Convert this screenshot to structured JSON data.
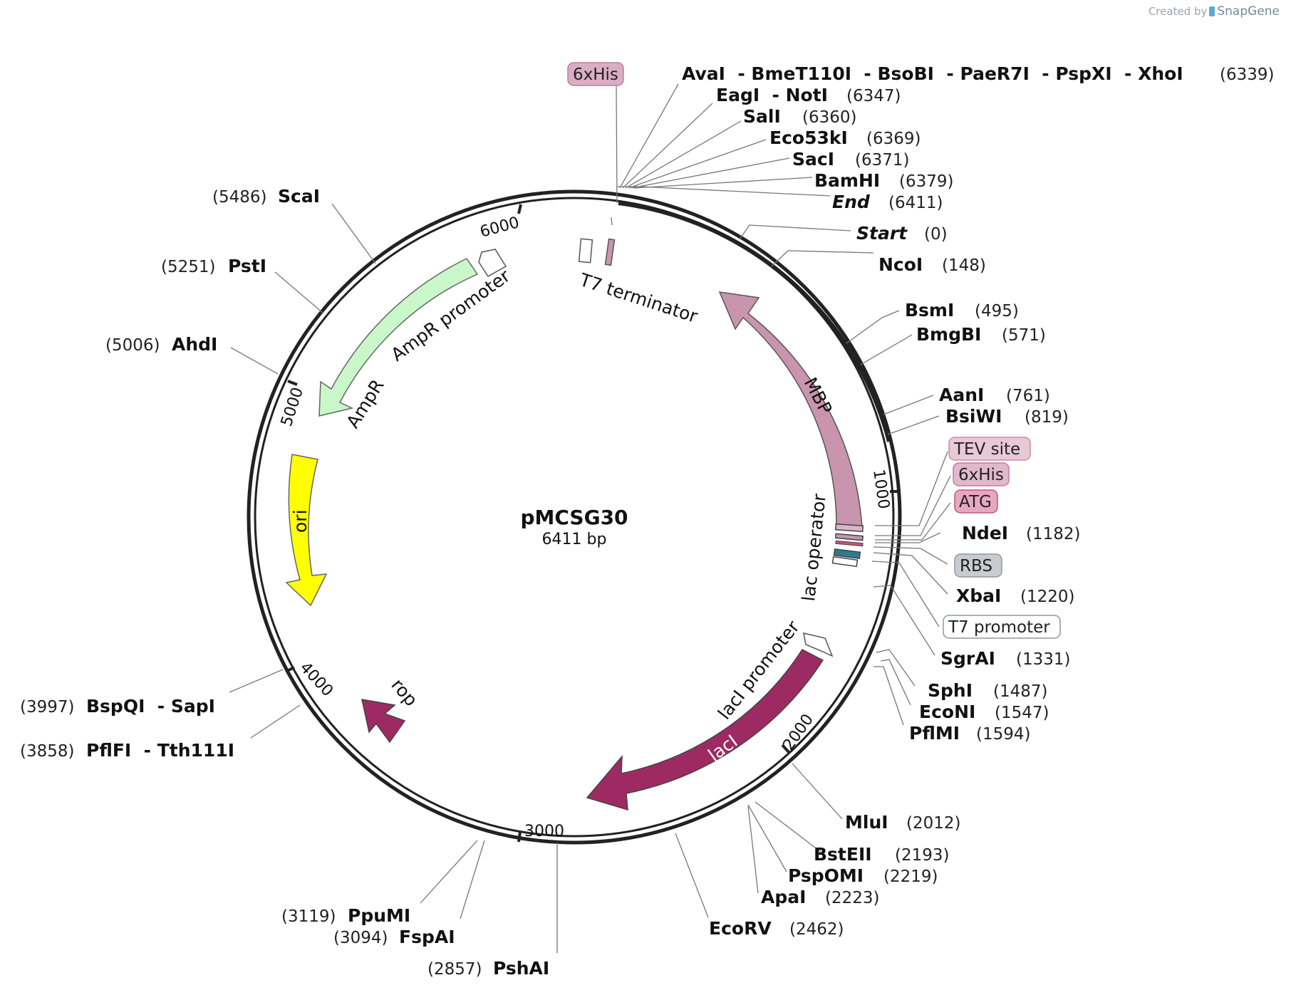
{
  "attribution": {
    "created_by": "Created by",
    "brand": "SnapGene"
  },
  "plasmid": {
    "name": "pMCSG30",
    "size": "6411 bp"
  },
  "ticks": [
    "1000",
    "2000",
    "3000",
    "4000",
    "5000",
    "6000"
  ],
  "enzymes": [
    {
      "text": "AvaI  - BmeT110I  - BsoBI  - PaeR7I  - PspXI  - XhoI",
      "pos": "(6339)"
    },
    {
      "text": "EagI  - NotI",
      "pos": "(6347)"
    },
    {
      "text": "SalI",
      "pos": "(6360)"
    },
    {
      "text": "Eco53kI",
      "pos": "(6369)"
    },
    {
      "text": "SacI",
      "pos": "(6371)"
    },
    {
      "text": "BamHI",
      "pos": "(6379)"
    },
    {
      "text": "End",
      "pos": "(6411)"
    },
    {
      "text": "Start",
      "pos": "(0)"
    },
    {
      "text": "NcoI",
      "pos": "(148)"
    },
    {
      "text": "BsmI",
      "pos": "(495)"
    },
    {
      "text": "BmgBI",
      "pos": "(571)"
    },
    {
      "text": "AanI",
      "pos": "(761)"
    },
    {
      "text": "BsiWI",
      "pos": "(819)"
    },
    {
      "text": "NdeI",
      "pos": "(1182)"
    },
    {
      "text": "XbaI",
      "pos": "(1220)"
    },
    {
      "text": "SgrAI",
      "pos": "(1331)"
    },
    {
      "text": "SphI",
      "pos": "(1487)"
    },
    {
      "text": "EcoNI",
      "pos": "(1547)"
    },
    {
      "text": "PflMI",
      "pos": "(1594)"
    },
    {
      "text": "MluI",
      "pos": "(2012)"
    },
    {
      "text": "BstEII",
      "pos": "(2193)"
    },
    {
      "text": "PspOMI",
      "pos": "(2219)"
    },
    {
      "text": "ApaI",
      "pos": "(2223)"
    },
    {
      "text": "EcoRV",
      "pos": "(2462)"
    },
    {
      "text": "PshAI",
      "pos": "(2857)"
    },
    {
      "text": "FspAI",
      "pos": "(3094)"
    },
    {
      "text": "PpuMI",
      "pos": "(3119)"
    },
    {
      "text": "PflFI  - Tth111I",
      "pos": "(3858)"
    },
    {
      "text": "BspQI  - SapI",
      "pos": "(3997)"
    },
    {
      "text": "AhdI",
      "pos": "(5006)"
    },
    {
      "text": "PstI",
      "pos": "(5251)"
    },
    {
      "text": "ScaI",
      "pos": "(5486)"
    }
  ],
  "boxed_labels": [
    {
      "text": "6xHis",
      "fill": "#d9aec4",
      "stroke": "#c17a9c"
    },
    {
      "text": "TEV site",
      "fill": "#e8c9d6",
      "stroke": "#c98aa5"
    },
    {
      "text": "6xHis",
      "fill": "#e0b9cb",
      "stroke": "#c17a9c"
    },
    {
      "text": "ATG",
      "fill": "#e6a8c0",
      "stroke": "#c0577f"
    },
    {
      "text": "RBS",
      "fill": "#c8ccd1",
      "stroke": "#8f979f"
    },
    {
      "text": "T7 promoter",
      "fill": "#ffffff",
      "stroke": "#8f979f"
    }
  ],
  "features": [
    {
      "label": "MBP",
      "color": "#c994ae"
    },
    {
      "label": "lacI",
      "color": "#9e2a63"
    },
    {
      "label": "lacI promoter",
      "color": "#ffffff"
    },
    {
      "label": "rop",
      "color": "#9e2a63"
    },
    {
      "label": "ori",
      "color": "#ffff00"
    },
    {
      "label": "AmpR",
      "color": "#c9f7c9"
    },
    {
      "label": "AmpR promoter",
      "color": "#ffffff"
    },
    {
      "label": "T7 terminator",
      "color": "#ffffff"
    },
    {
      "label": "lac operator",
      "color": "#ffffff"
    }
  ],
  "colors": {
    "backbone": "#222222",
    "leader": "#777777",
    "rbs_box": "#2c7c8f"
  }
}
